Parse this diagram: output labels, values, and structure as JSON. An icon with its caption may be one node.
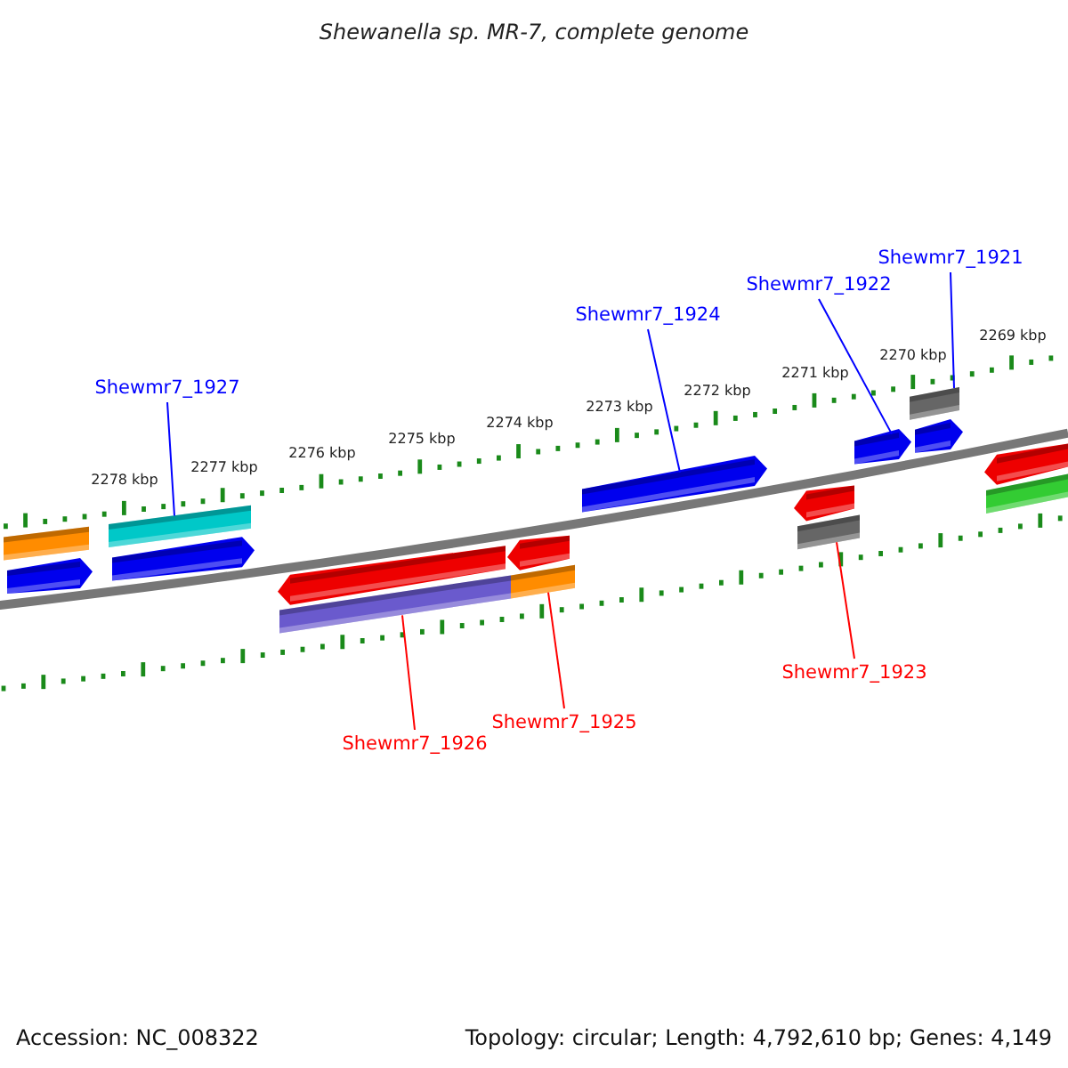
{
  "diagram": {
    "title": "Shewanella sp. MR-7, complete genome",
    "nodes": [
      {
        "text": [
          "Shewmr7_1927"
        ]
      },
      {
        "text": [
          "Shewmr7_1924"
        ]
      },
      {
        "text": [
          "Shewmr7_1922"
        ]
      },
      {
        "text": [
          "Shewmr7_1921"
        ]
      },
      {
        "text": [
          "Shewmr7_1926"
        ]
      },
      {
        "text": [
          "Shewmr7_1925"
        ]
      },
      {
        "text": [
          "Shewmr7_1923"
        ]
      },
      {
        "text": [],
        "shape": "bar"
      },
      {
        "text": [],
        "shape": "arrow"
      },
      {
        "text": [],
        "shape": "bar"
      },
      {
        "text": [],
        "shape": "arrow"
      },
      {
        "text": [],
        "shape": "arrow"
      },
      {
        "text": [],
        "shape": "bar"
      },
      {
        "text": [],
        "shape": "arrow"
      },
      {
        "text": [],
        "shape": "bar"
      },
      {
        "text": [],
        "shape": "arrow"
      },
      {
        "text": [],
        "shape": "arrow"
      },
      {
        "text": [],
        "shape": "bar"
      },
      {
        "text": [],
        "shape": "arrow"
      },
      {
        "text": [],
        "shape": "bar"
      },
      {
        "text": [],
        "shape": "arrow"
      },
      {
        "text": [],
        "shape": "arrow"
      },
      {
        "text": [],
        "shape": "bar"
      }
    ],
    "edges": [
      {
        "from": 0,
        "to": 9,
        "arrow": "none"
      },
      {
        "from": 1,
        "to": 15,
        "arrow": "none"
      },
      {
        "from": 2,
        "to": 18,
        "arrow": "none"
      },
      {
        "from": 3,
        "to": 19,
        "arrow": "none"
      },
      {
        "from": 4,
        "to": 12,
        "arrow": "none",
        "color": "#ff0000"
      },
      {
        "from": 5,
        "to": 14,
        "arrow": "none",
        "color": "#ff0000"
      },
      {
        "from": 6,
        "to": 17,
        "arrow": "none",
        "color": "#ff0000"
      }
    ],
    "labels": [
      "2278 kbp",
      "2277 kbp",
      "2276 kbp",
      "2275 kbp",
      "2274 kbp",
      "2273 kbp",
      "2272 kbp",
      "2271 kbp",
      "2270 kbp",
      "2269 kbp",
      "Accession: NC_008322",
      "Topology: circular; Length: 4,792,610 bp; Genes: 4,149"
    ]
  }
}
